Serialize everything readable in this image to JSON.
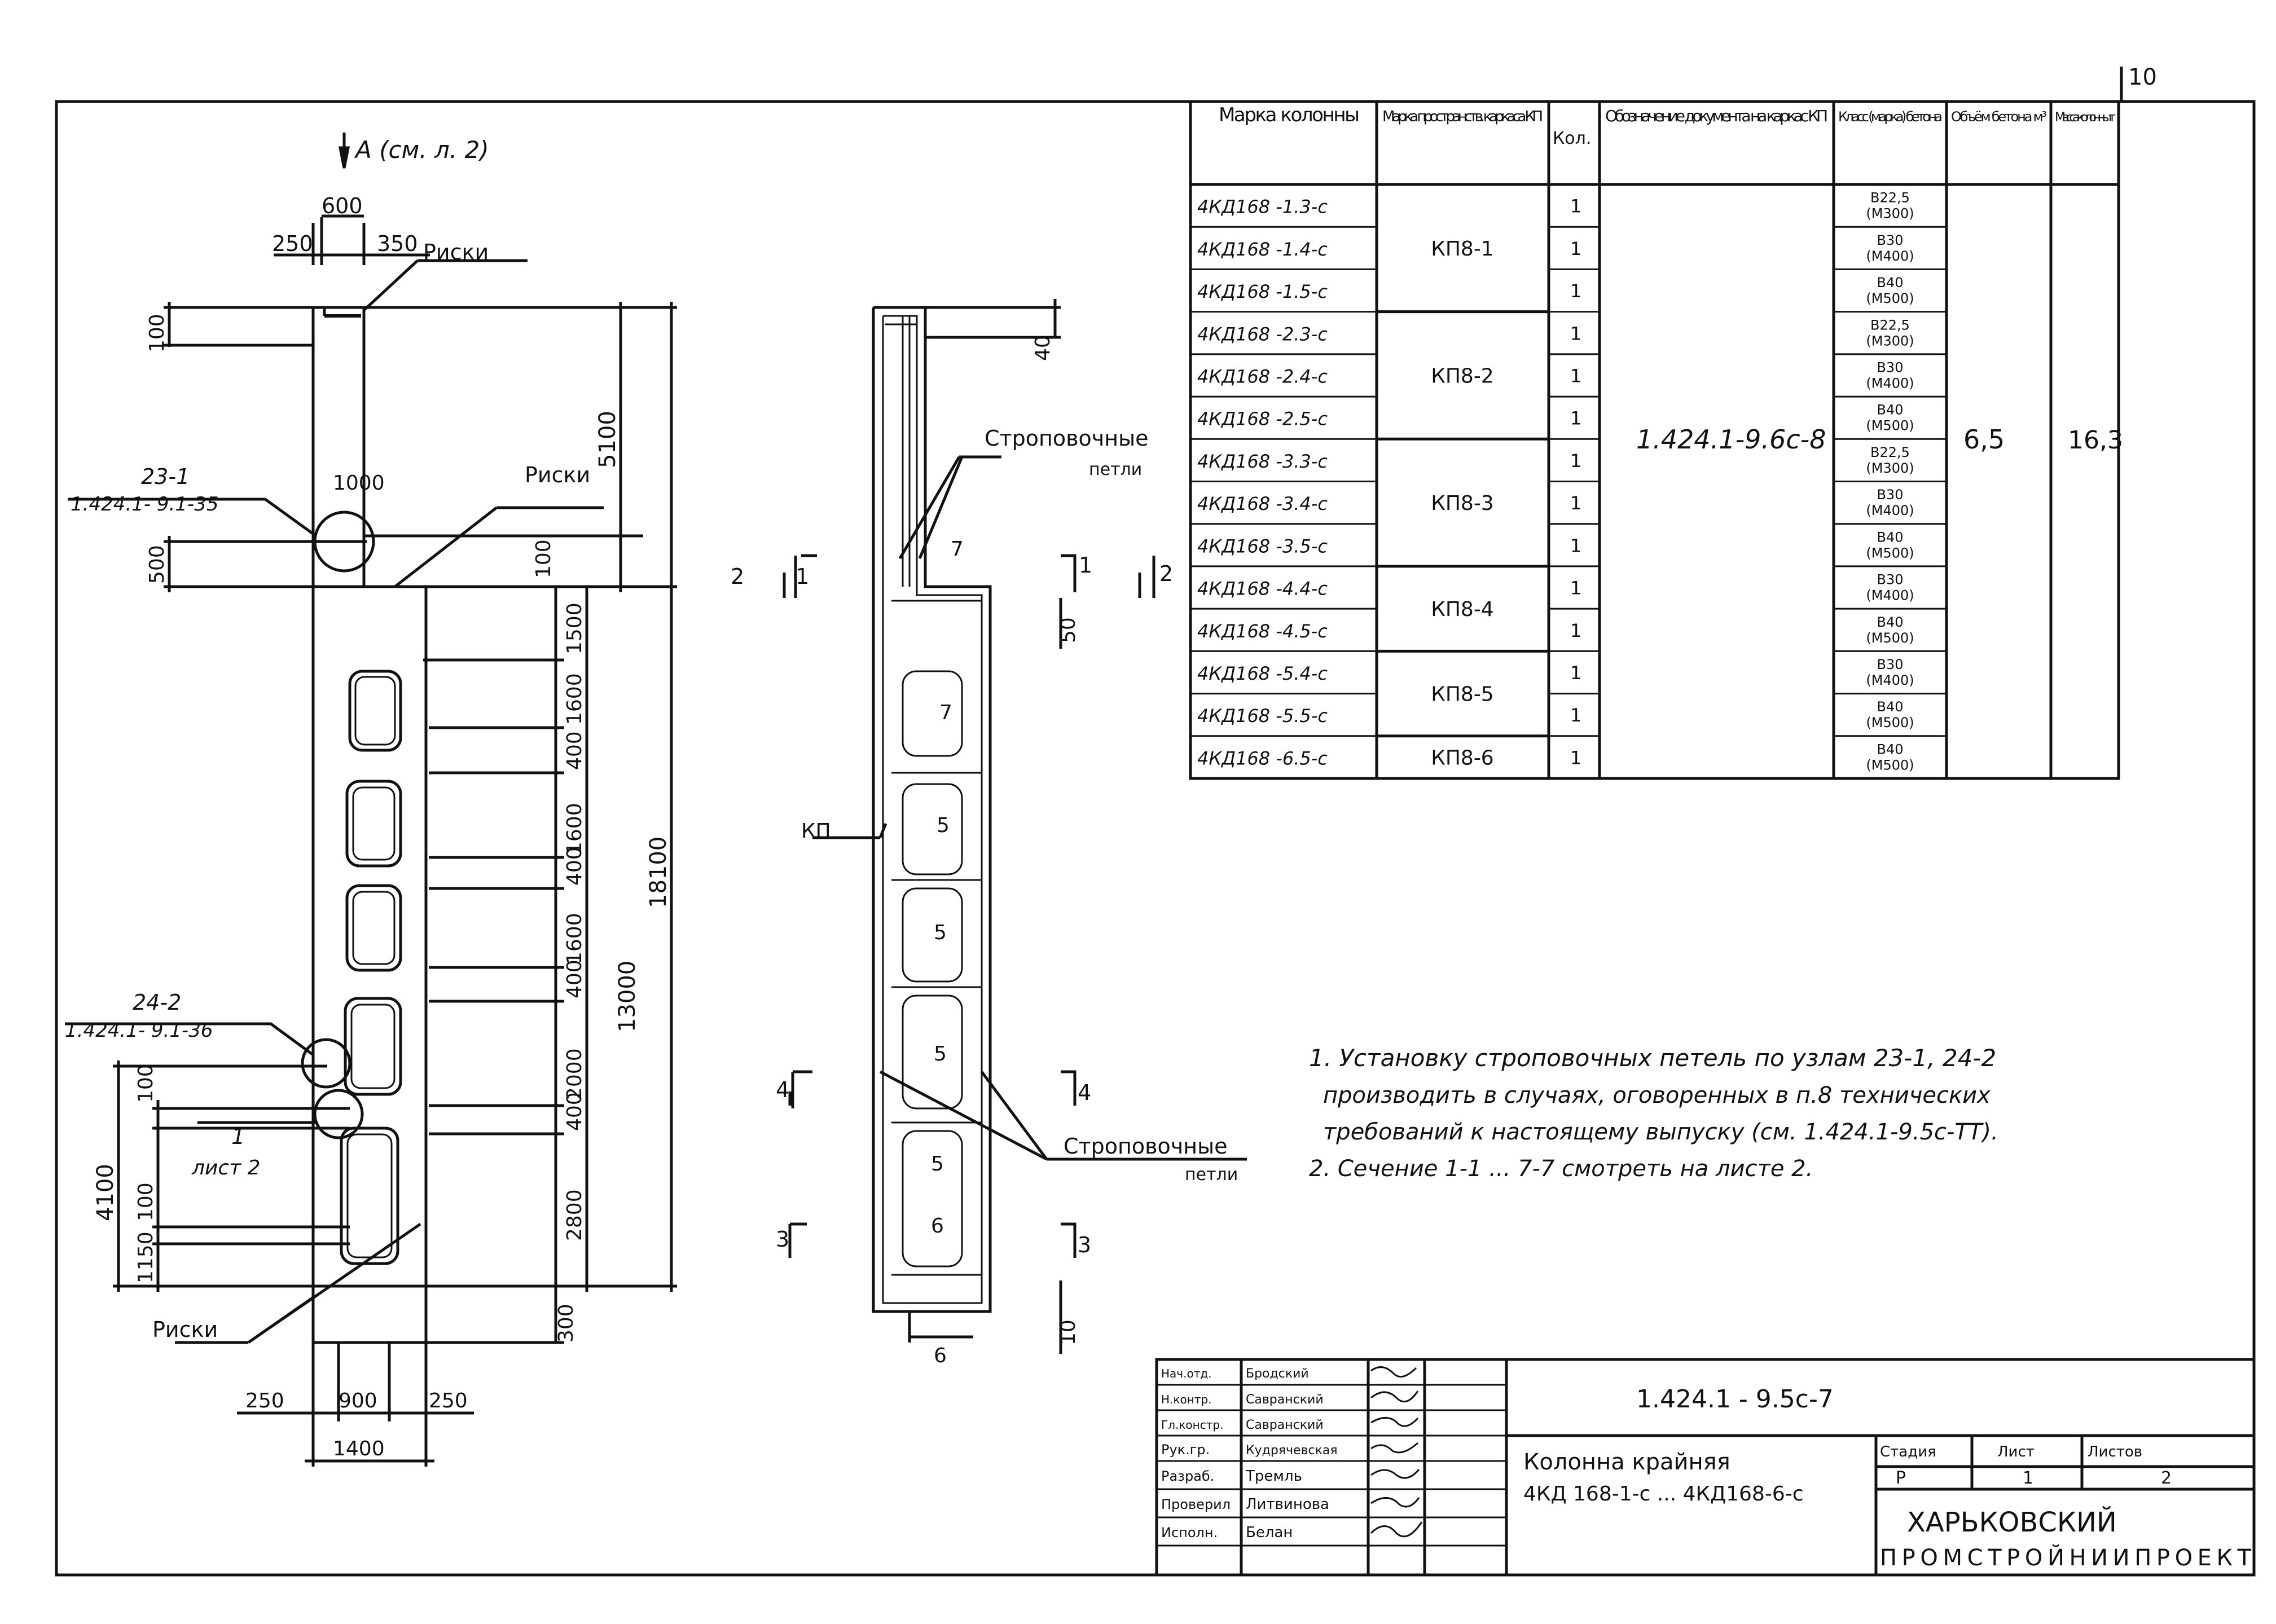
{
  "sheet_number": "10",
  "elevation": {
    "view_ref": "А (см. л. 2)",
    "top_widths": [
      "600",
      "250",
      "350"
    ],
    "marks_label": "Риски",
    "left_dims": [
      "100",
      "500"
    ],
    "right_dims": [
      "5100",
      "100",
      "1000"
    ],
    "segment_dims": [
      "1500",
      "1600",
      "400",
      "1600",
      "400",
      "1600",
      "400",
      "2000",
      "400",
      "2800"
    ],
    "total_dims": [
      "18100",
      "13000"
    ],
    "bottom_dims": [
      "300"
    ],
    "lower_left_dims": [
      "100",
      "4100",
      "100",
      "1150"
    ],
    "base_widths": [
      "250",
      "900",
      "250",
      "1400"
    ],
    "node_1": {
      "number": "23-1",
      "doc": "1.424.1- 9.1-35"
    },
    "node_2": {
      "number": "24-2",
      "doc": "1.424.1- 9.1-36"
    },
    "node_3": {
      "number": "1",
      "ref": "лист 2"
    }
  },
  "cage": {
    "lifting_loops_label": "Строповочные",
    "lifting_loops_label2": "петли",
    "kp_label": "КП",
    "dims": [
      "40",
      "50",
      "10",
      "6"
    ],
    "cuts": [
      "1",
      "2",
      "3",
      "4"
    ],
    "inner_marks": [
      "7",
      "7",
      "5",
      "5",
      "5",
      "5",
      "6"
    ]
  },
  "spec_table": {
    "headers": [
      "Марка колонны",
      "Марка пространств. каркаса КП",
      "Кол.",
      "Обозначение документа на каркас КП",
      "Класс (марка) бетона",
      "Объём бетона м³",
      "Масса колонны т"
    ],
    "rows": [
      {
        "mark": "4КД168 -1.3-с",
        "grade": "В22,5",
        "brand": "(М300)"
      },
      {
        "mark": "4КД168 -1.4-с",
        "grade": "В30",
        "brand": "(М400)"
      },
      {
        "mark": "4КД168 -1.5-с",
        "grade": "В40",
        "brand": "(М500)"
      },
      {
        "mark": "4КД168 -2.3-с",
        "grade": "В22,5",
        "brand": "(М300)"
      },
      {
        "mark": "4КД168 -2.4-с",
        "grade": "В30",
        "brand": "(М400)"
      },
      {
        "mark": "4КД168 -2.5-с",
        "grade": "В40",
        "brand": "(М500)"
      },
      {
        "mark": "4КД168 -3.3-с",
        "grade": "В22,5",
        "brand": "(М300)"
      },
      {
        "mark": "4КД168 -3.4-с",
        "grade": "В30",
        "brand": "(М400)"
      },
      {
        "mark": "4КД168 -3.5-с",
        "grade": "В40",
        "brand": "(М500)"
      },
      {
        "mark": "4КД168 -4.4-с",
        "grade": "В30",
        "brand": "(М400)"
      },
      {
        "mark": "4КД168 -4.5-с",
        "grade": "В40",
        "brand": "(М500)"
      },
      {
        "mark": "4КД168 -5.4-с",
        "grade": "В30",
        "brand": "(М400)"
      },
      {
        "mark": "4КД168 -5.5-с",
        "grade": "В40",
        "brand": "(М500)"
      },
      {
        "mark": "4КД168 -6.5-с",
        "grade": "В40",
        "brand": "(М500)"
      }
    ],
    "qty": "1",
    "frame_groups": [
      "КП8-1",
      "КП8-2",
      "КП8-3",
      "КП8-4",
      "КП8-5",
      "КП8-6"
    ],
    "document": "1.424.1-9.6с-8",
    "volume": "6,5",
    "mass": "16,3"
  },
  "notes": [
    "1. Установку строповочных петель по узлам 23-1, 24-2",
    "производить в случаях, оговоренных в п.8 технических",
    "требований к настоящему выпуску (см. 1.424.1-9.5с-ТТ).",
    "2. Сечение 1-1 ... 7-7 смотреть на листе 2."
  ],
  "title_block": {
    "roles": [
      "Нач.отд.",
      "Н.контр.",
      "Гл.констр.",
      "Рук.гр.",
      "Разраб.",
      "Проверил",
      "Исполн."
    ],
    "names": [
      "Бродский",
      "Савранский",
      "Савранский",
      "Кудрячевская",
      "Тремль",
      "Литвинова",
      "Белан"
    ],
    "code": "1.424.1 - 9.5с-7",
    "title_line1": "Колонна крайняя",
    "title_line2": "4КД 168-1-с ... 4КД168-6-с",
    "stage_label": "Стадия",
    "sheet_label": "Лист",
    "sheets_label": "Листов",
    "stage": "Р",
    "sheet": "1",
    "sheets": "2",
    "org_line1": "ХАРЬКОВСКИЙ",
    "org_line2": "ПРОМСТРОЙНИИПРОЕКТ"
  }
}
